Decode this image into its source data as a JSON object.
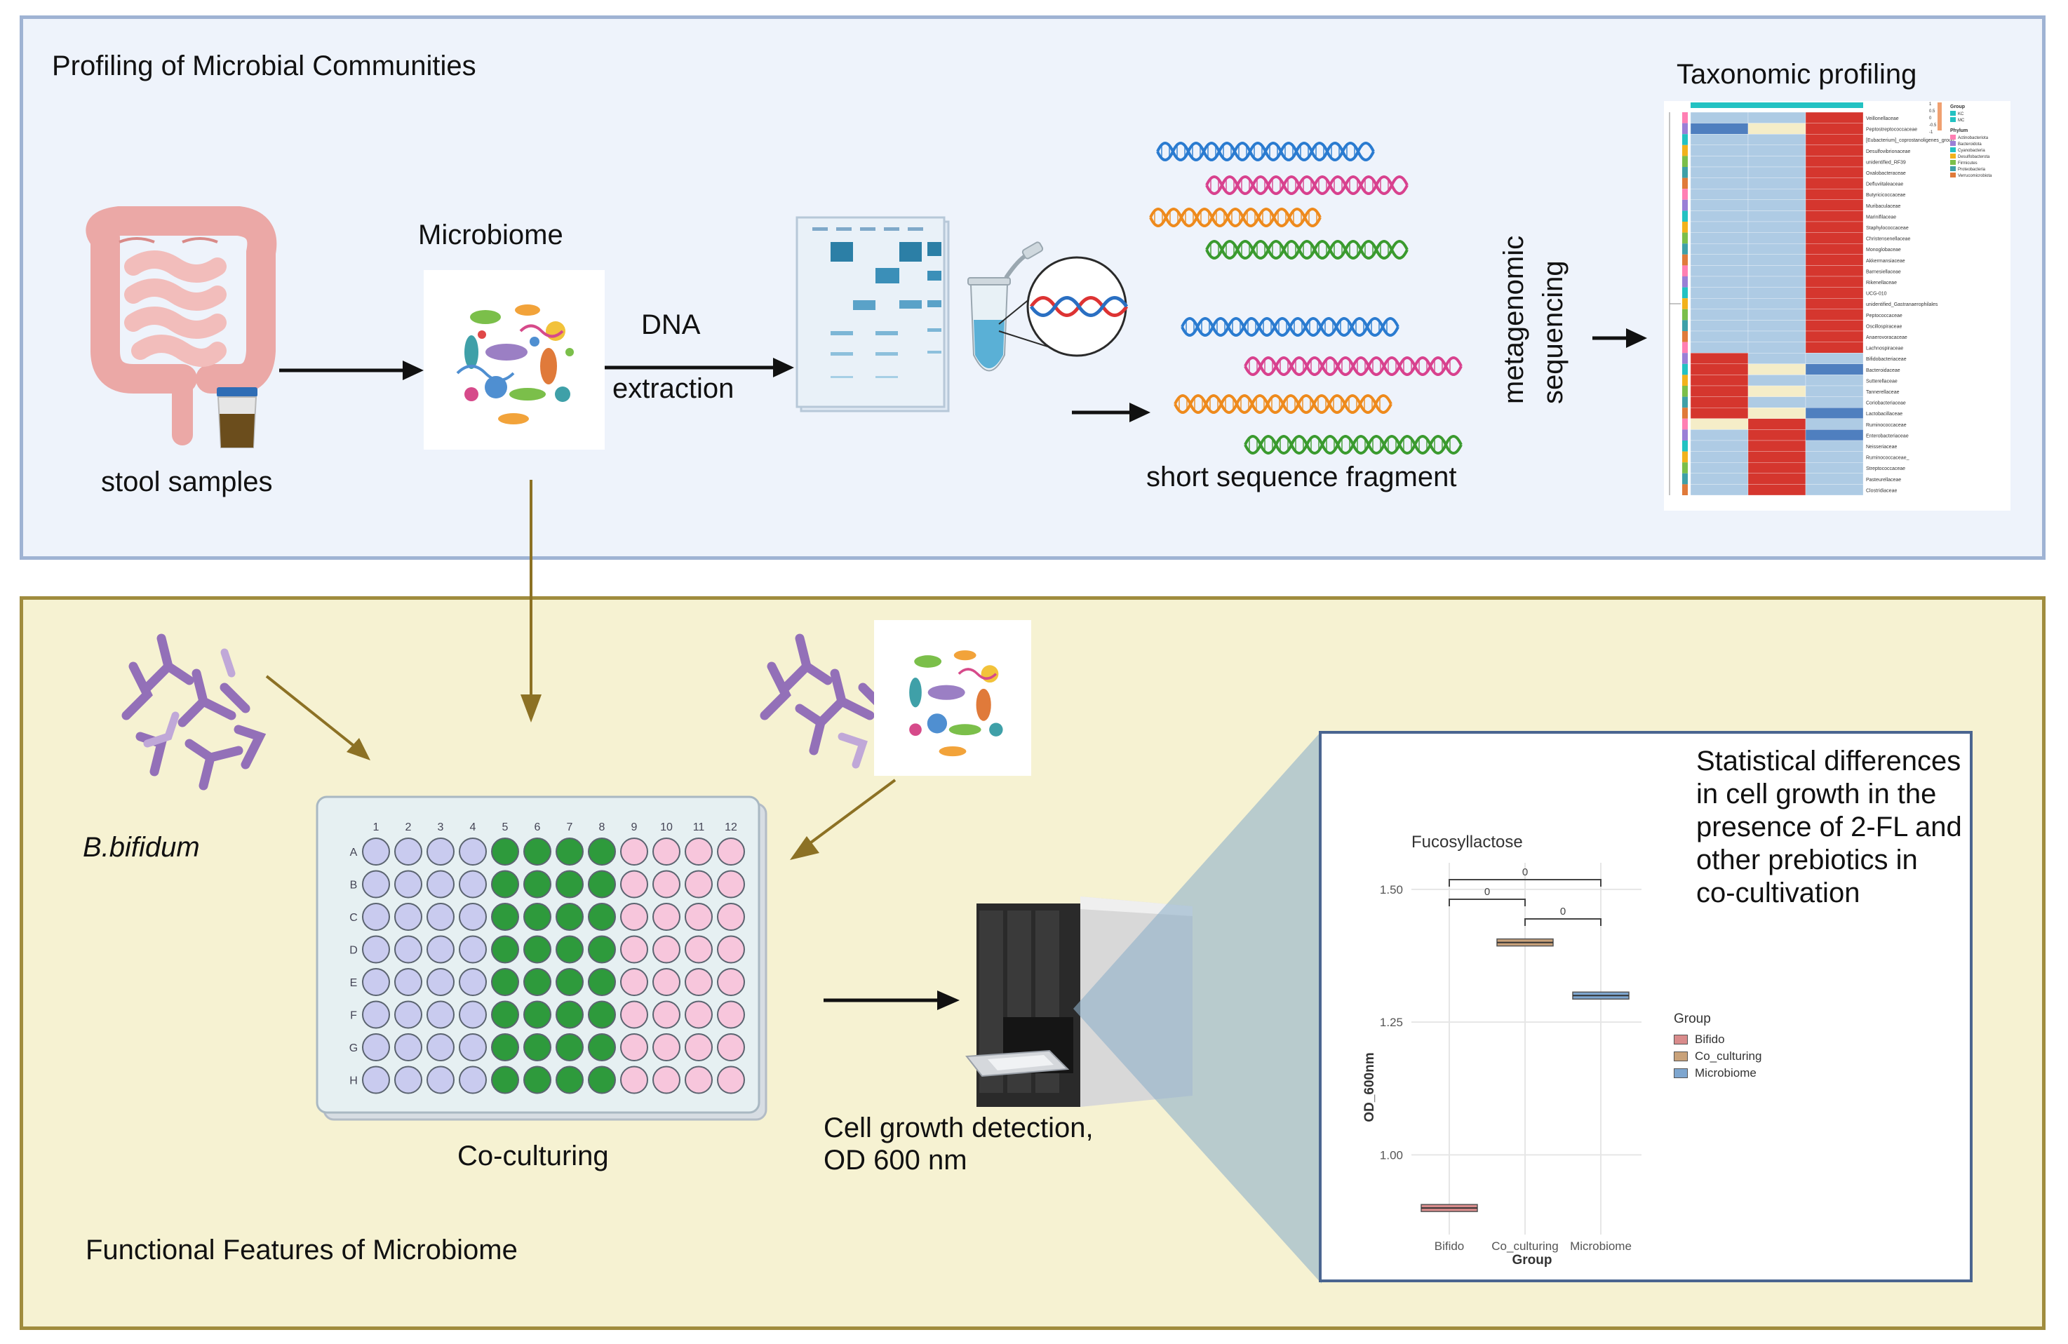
{
  "top_panel": {
    "title": "Profiling of Microbial Communities",
    "stool_label": "stool samples",
    "microbiome_label": "Microbiome",
    "dna_label": "DNA",
    "extraction_label": "extraction",
    "fragment_label": "short sequence fragment",
    "metagenomic_label_1": "metagenomic",
    "metagenomic_label_2": "sequencing",
    "taxonomic_label": "Taxonomic profiling"
  },
  "bottom_panel": {
    "title": "Functional Features of Microbiome",
    "species_label": "B.bifidum",
    "coculture_label": "Co-culturing",
    "detection_label_1": "Cell growth detection,",
    "detection_label_2": "OD 600 nm",
    "stats_text": "Statistical differences in cell growth in the presence of 2-FL and other prebiotics in co-cultivation"
  },
  "plate": {
    "columns": [
      "1",
      "2",
      "3",
      "4",
      "5",
      "6",
      "7",
      "8",
      "9",
      "10",
      "11",
      "12"
    ],
    "rows": [
      "A",
      "B",
      "C",
      "D",
      "E",
      "F",
      "G",
      "H"
    ],
    "colors": {
      "lavender": "#c9cbef",
      "green": "#2e9a3c",
      "pink": "#f7c6dc"
    }
  },
  "heatmap": {
    "families": [
      "Veillonellaceae",
      "Peptostreptococcaceae",
      "[Eubacterium]_coprostanoligenes_group",
      "Desulfovibrionaceae",
      "unidentified_RF39",
      "Oxalobacteraceae",
      "Defluviitaleaceae",
      "Butyricicoccaceae",
      "Muribaculaceae",
      "Marinifilaceae",
      "Staphylococcaceae",
      "Christensenellaceae",
      "Monoglobaceae",
      "Akkermansiaceae",
      "Barnesiellaceae",
      "Rikenellaceae",
      "UCG-010",
      "unidentified_Gastranaerophilales",
      "Peptococcaceae",
      "Oscillospiraceae",
      "Anaerovoracaceae",
      "Lachnospiraceae",
      "Bifidobacteriaceae",
      "Bacteroidaceae",
      "Sutterellaceae",
      "Tannerellaceae",
      "Coriobacteriaceae",
      "Lactobacillaceae",
      "Ruminococcaceae",
      "Enterobacteriaceae",
      "Neisseriaceae",
      "Ruminococcaceae_",
      "Streptococcaceae",
      "Pasteurellaceae",
      "Clostridiaceae"
    ],
    "group_title": "Group",
    "groups": [
      "KC",
      "MC"
    ],
    "phylum_title": "Phylum",
    "phyla": [
      "Actinobacteriota",
      "Bacteroidota",
      "Cyanobacteria",
      "Desulfobacterota",
      "Firmicutes",
      "Proteobacteria",
      "Verrucomicrobiota"
    ],
    "scale_labels": [
      "1",
      "0.5",
      "0",
      "-0.5",
      "-1"
    ]
  },
  "chart_data": {
    "type": "boxplot",
    "title": "Fucosyllactose",
    "xlabel": "Group",
    "ylabel": "OD_600nm",
    "categories": [
      "Bifido",
      "Co_culturing",
      "Microbiome"
    ],
    "values": [
      0.9,
      1.4,
      1.3
    ],
    "yticks": [
      1.0,
      1.25,
      1.5
    ],
    "ylim": [
      0.85,
      1.55
    ],
    "legend_title": "Group",
    "legend": [
      "Bifido",
      "Co_culturing",
      "Microbiome"
    ],
    "series_colors": [
      "#d98b8b",
      "#c9a27a",
      "#7ea6cf"
    ],
    "comparisons": [
      {
        "from": "Bifido",
        "to": "Microbiome",
        "label": "0"
      },
      {
        "from": "Bifido",
        "to": "Co_culturing",
        "label": "0"
      },
      {
        "from": "Co_culturing",
        "to": "Microbiome",
        "label": "0"
      }
    ]
  }
}
